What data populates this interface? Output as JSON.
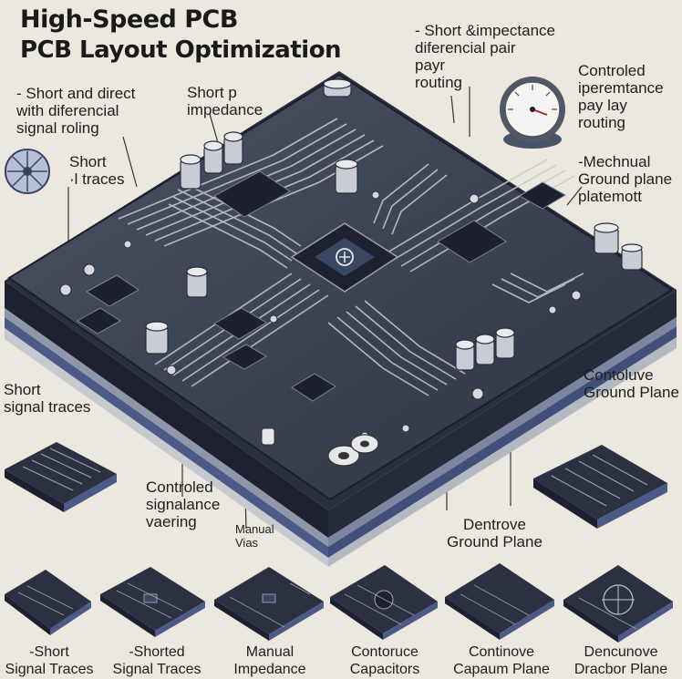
{
  "title": {
    "line1": "High-Speed PCB",
    "line2": "PCB Layout Optimization"
  },
  "labels": {
    "short_direct": "- Short and direct\nwith diferencial\nsignal roling",
    "short_impedance": "Short p\nimpedance",
    "short_traces_left": "Short\n·l traces",
    "short_signal_left": "Short\nsignal traces",
    "controled_signal": "Controled\nsignalance\nvaering",
    "manual_via": "Manual\nVias",
    "top_center": "- Short &impectance\ndiferencial pair\npayr\nrouting",
    "controled_impedance": "Controled\niperemtance\npay lay\nrouting",
    "ground_plane_placement": "-Mechnual\nGround plane\nplatemott",
    "contoluve_ground": "Contoluve\nGround Plane",
    "dentrove_ground": "Dentrove\nGround Plane"
  },
  "bottom_labels": [
    "-Short\nSignal Traces",
    "-Shorted\nSignal Traces",
    "Manual\nImpedance",
    "Contoruce\nCapacitors",
    "Continove\nCapaum Plane",
    "Dencunove\nDracbor Plane"
  ],
  "icons": {
    "chip_logo": "chip-logo-icon",
    "gauge": "gauge-icon",
    "lens": "lens-icon"
  },
  "colors": {
    "background": "#ece8df",
    "board_top": "#3a4150",
    "board_dark": "#23283a",
    "trace": "#c9ccd2",
    "layer_blue": "#4b5a86"
  }
}
